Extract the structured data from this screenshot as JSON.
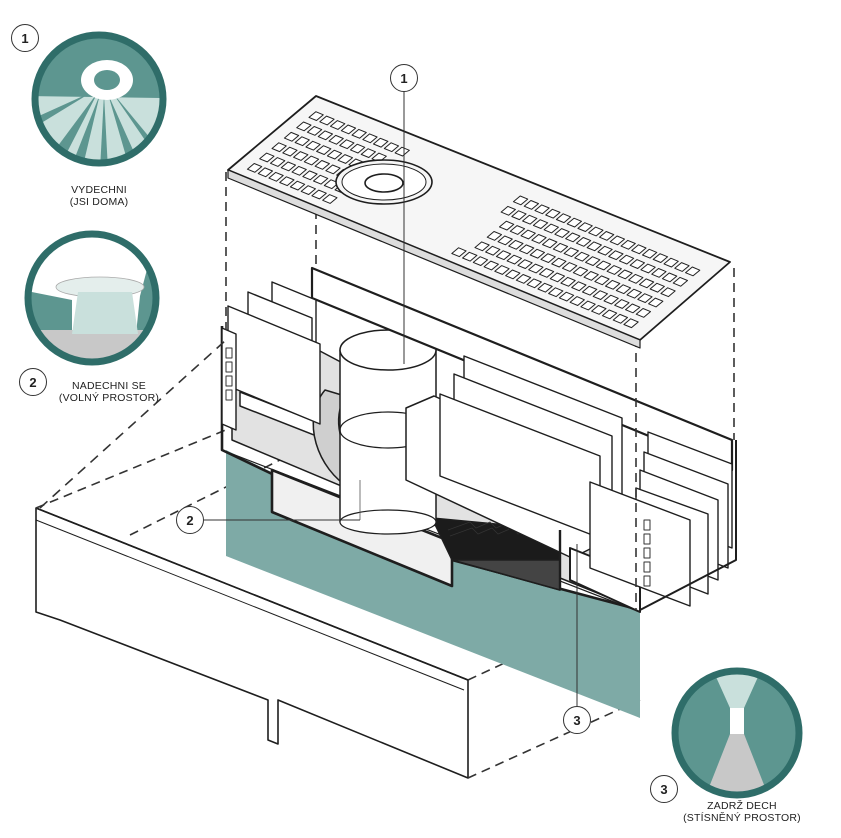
{
  "colors": {
    "teal": "#7eaaa6",
    "teal_dark": "#2f6d69",
    "teal_mid": "#4e8f89",
    "teal_light": "#c9e0dc",
    "grey_floor": "#c8c8c8",
    "line": "#1e1e1e"
  },
  "badges": {
    "b1": "1",
    "b2": "2",
    "b3": "3"
  },
  "callouts": {
    "c1": "1",
    "c2": "2",
    "c3": "3"
  },
  "captions": {
    "exhale_line1": "VYDECHNI",
    "exhale_line2": "(JSI DOMA)",
    "inhale_line1": "NADECHNI SE",
    "inhale_line2": "(VOLNÝ PROSTOR)",
    "hold_line1": "ZADRŽ DECH",
    "hold_line2": "(STÍSNĚNÝ PROSTOR)"
  }
}
